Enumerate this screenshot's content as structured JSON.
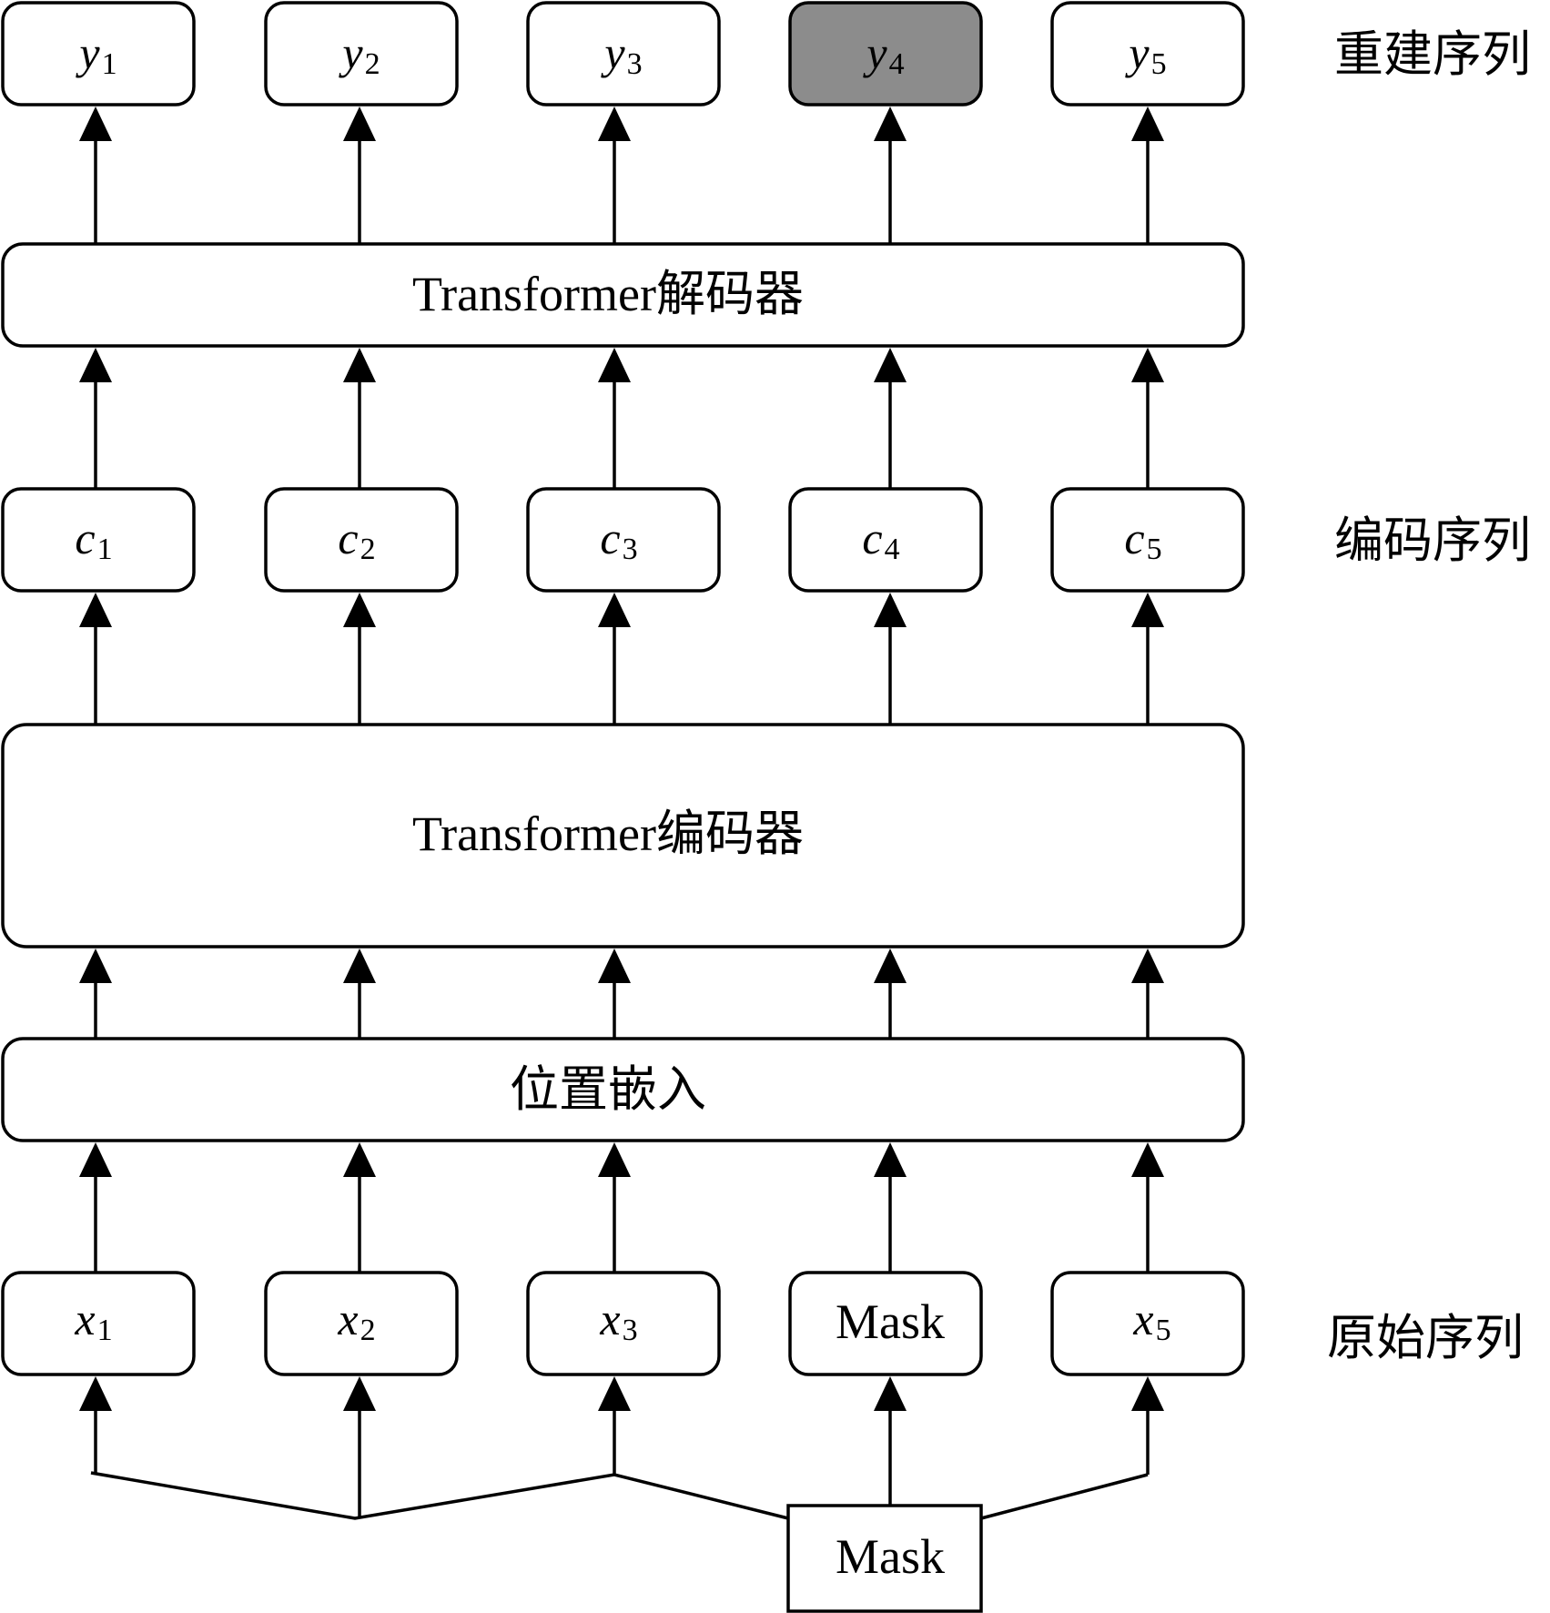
{
  "reconstructed": {
    "tokens": [
      {
        "base": "y",
        "sub": "1"
      },
      {
        "base": "y",
        "sub": "2"
      },
      {
        "base": "y",
        "sub": "3"
      },
      {
        "base": "y",
        "sub": "4"
      },
      {
        "base": "y",
        "sub": "5"
      }
    ],
    "label": "重建序列"
  },
  "decoder": {
    "label": "Transformer解码器"
  },
  "encoded": {
    "tokens": [
      {
        "base": "c",
        "sub": "1"
      },
      {
        "base": "c",
        "sub": "2"
      },
      {
        "base": "c",
        "sub": "3"
      },
      {
        "base": "c",
        "sub": "4"
      },
      {
        "base": "c",
        "sub": "5"
      }
    ],
    "label": "编码序列"
  },
  "encoder": {
    "label": "Transformer编码器"
  },
  "position_embedding": {
    "label": "位置嵌入"
  },
  "original": {
    "tokens": [
      {
        "base": "x",
        "sub": "1"
      },
      {
        "base": "x",
        "sub": "2"
      },
      {
        "base": "x",
        "sub": "3"
      },
      {
        "base": "Mask",
        "sub": ""
      },
      {
        "base": "x",
        "sub": "5"
      }
    ],
    "label": "原始序列"
  },
  "mask_input": {
    "label": "Mask"
  },
  "colors": {
    "stroke": "#000000",
    "fill": "#ffffff",
    "highlight": "#8c8c8c"
  }
}
